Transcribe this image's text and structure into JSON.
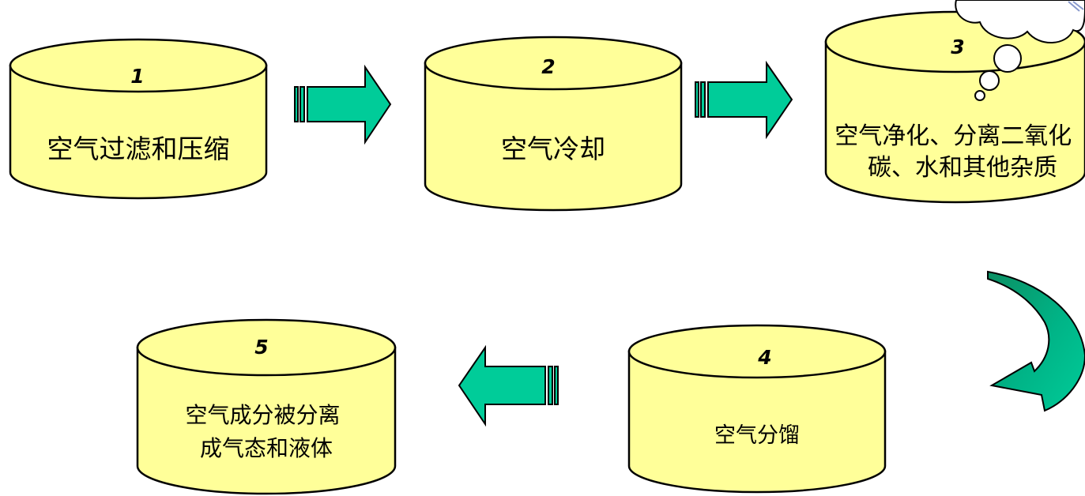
{
  "steps": [
    {
      "number": "1",
      "lines": [
        "空气过滤和压缩"
      ]
    },
    {
      "number": "2",
      "lines": [
        "空气冷却"
      ]
    },
    {
      "number": "3",
      "lines": [
        "空气净化、分离二氧化",
        "碳、水和其他杂质"
      ]
    },
    {
      "number": "4",
      "lines": [
        "空气分馏"
      ]
    },
    {
      "number": "5",
      "lines": [
        "空气成分被分离",
        "成气态和液体"
      ]
    }
  ],
  "colors": {
    "cylinder_fill": "#ffff99",
    "arrow_fill": "#00cc99",
    "curved_arrow_dark": "#0b8f63",
    "curved_arrow_light": "#00cc99",
    "outline": "#000000"
  },
  "icons": [
    "block-arrow-right-icon",
    "block-arrow-right-icon",
    "curved-arrow-down-icon",
    "block-arrow-left-icon",
    "thought-cloud-icon"
  ]
}
